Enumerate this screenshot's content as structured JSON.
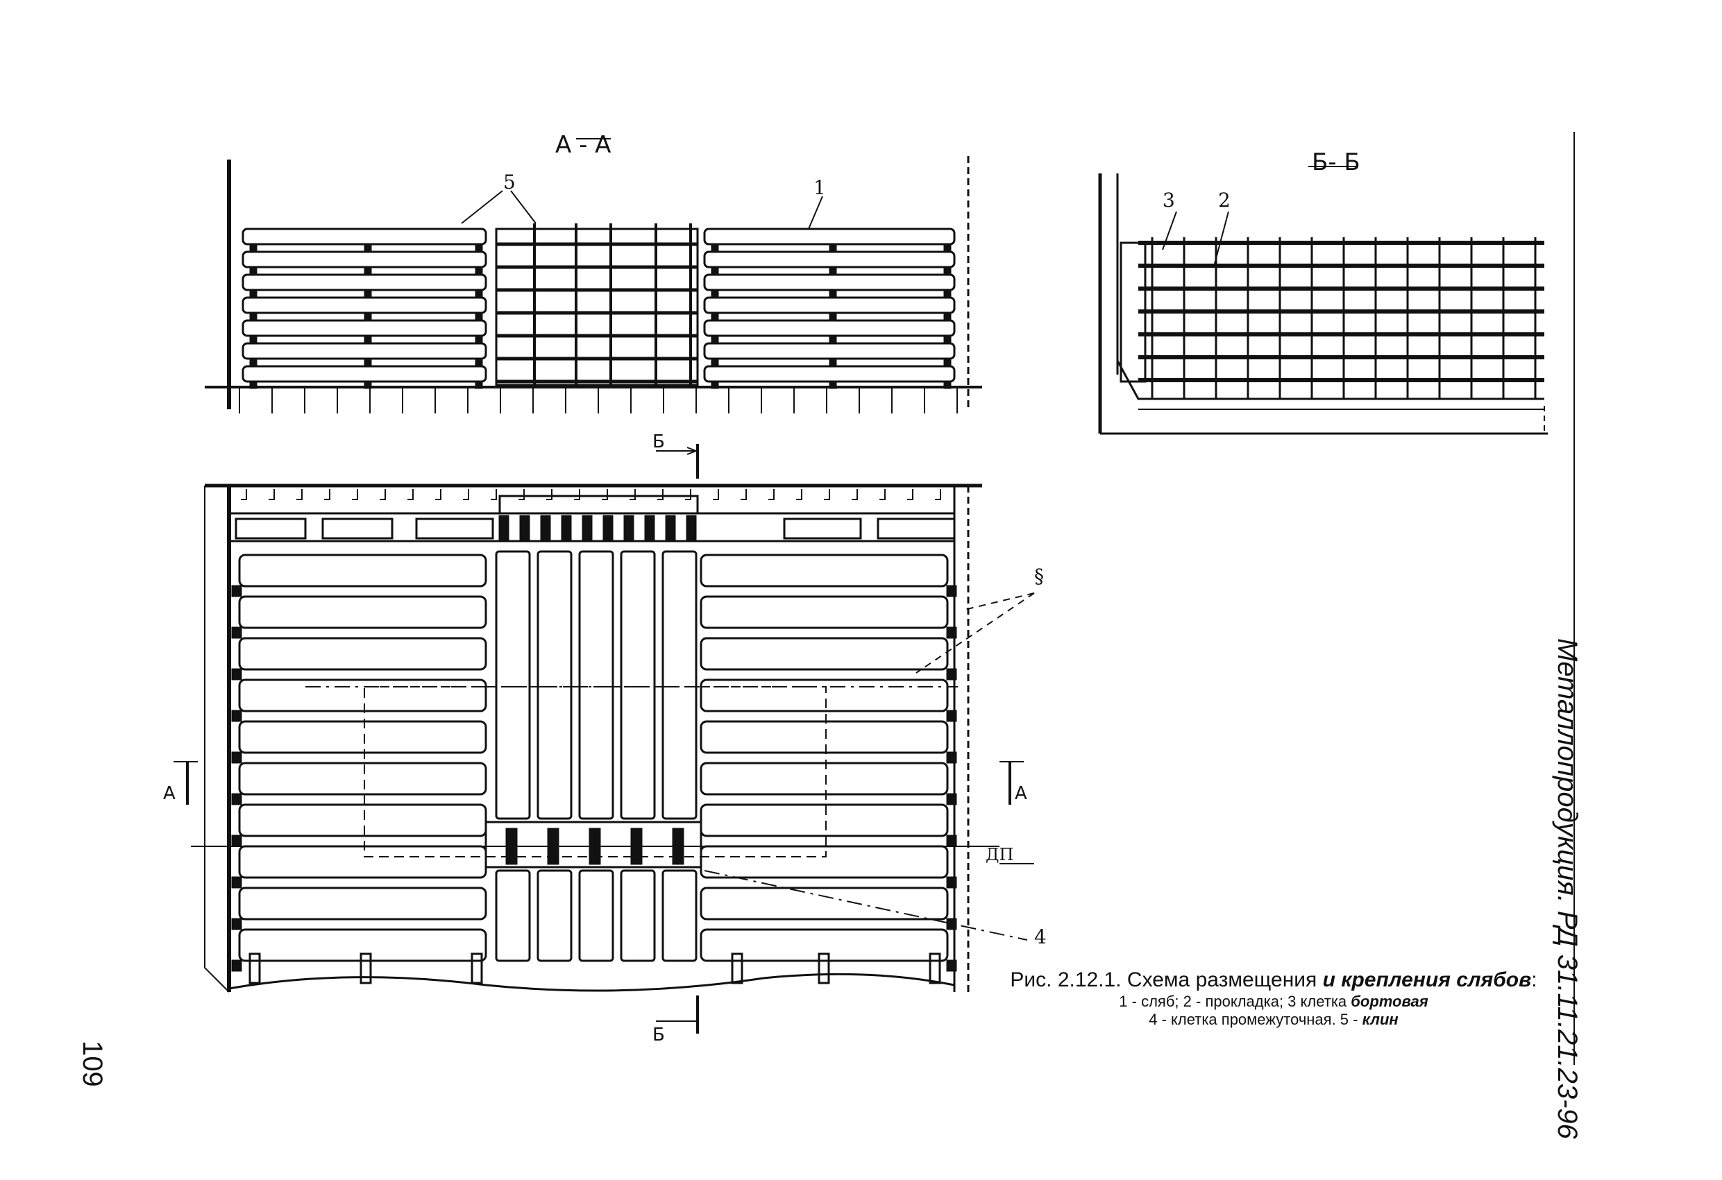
{
  "sections": {
    "aa_title": "А - А",
    "bb_title": "Б- Б",
    "mark_b": "Б",
    "mark_a": "А"
  },
  "callouts": {
    "n1": "1",
    "n2": "2",
    "n3": "3",
    "n4": "4",
    "n5_top": "5",
    "n5_right": "§"
  },
  "dimension_note": "ДП",
  "caption": {
    "title_prefix": "Рис. 2.12.1. Схема размещения ",
    "title_hand": "и крепления слябов",
    "title_suffix": ":",
    "line1_prefix": "1 - сляб; 2 - прокладка; 3    клетка ",
    "line1_hand": "бортовая",
    "line2_prefix": "4 - клетка промежуточная. 5 - ",
    "line2_hand": "клин"
  },
  "vertical_title": "Металлопродукция. РД 31.11.21.23-96",
  "page_number": "109"
}
